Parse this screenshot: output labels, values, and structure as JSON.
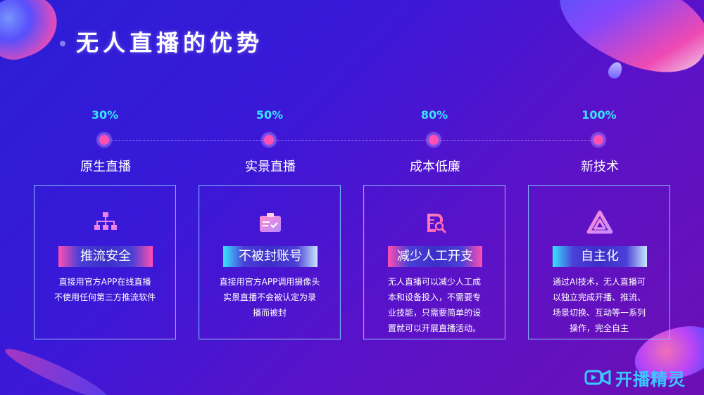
{
  "slide": {
    "title": "无人直播的优势",
    "colors": {
      "accent_cyan": "#39e4ff",
      "accent_pink": "#ff4fb1",
      "bg_start": "#2a1fd6",
      "bg_end": "#6c10b4"
    }
  },
  "timeline": [
    {
      "percent": "30%",
      "stage": "原生直播"
    },
    {
      "percent": "50%",
      "stage": "实景直播"
    },
    {
      "percent": "80%",
      "stage": "成本低廉"
    },
    {
      "percent": "100%",
      "stage": "新技术"
    }
  ],
  "cards": [
    {
      "icon": "hierarchy-icon",
      "label": "推流安全",
      "desc": [
        "直接用官方APP在线直播",
        "不使用任何第三方推流软件"
      ]
    },
    {
      "icon": "id-card-check-icon",
      "label": "不被封账号",
      "desc": [
        "直接用官方APP调用摄像头",
        "实景直播不会被认定为录",
        "播而被封"
      ]
    },
    {
      "icon": "search-document-icon",
      "label": "减少人工开支",
      "desc": [
        "无人直播可以减少人工成",
        "本和设备投入，不需要专",
        "业技能，只需要简单的设",
        "置就可以开展直播活动。"
      ]
    },
    {
      "icon": "triangle-logo-icon",
      "label": "自主化",
      "desc": [
        "通过AI技术，无人直播可",
        "以独立完成开播、推流、",
        "场景切换、互动等一系列",
        "操作，完全自主"
      ]
    }
  ],
  "brand": {
    "name": "开播精灵",
    "icon": "video-camera-icon"
  }
}
